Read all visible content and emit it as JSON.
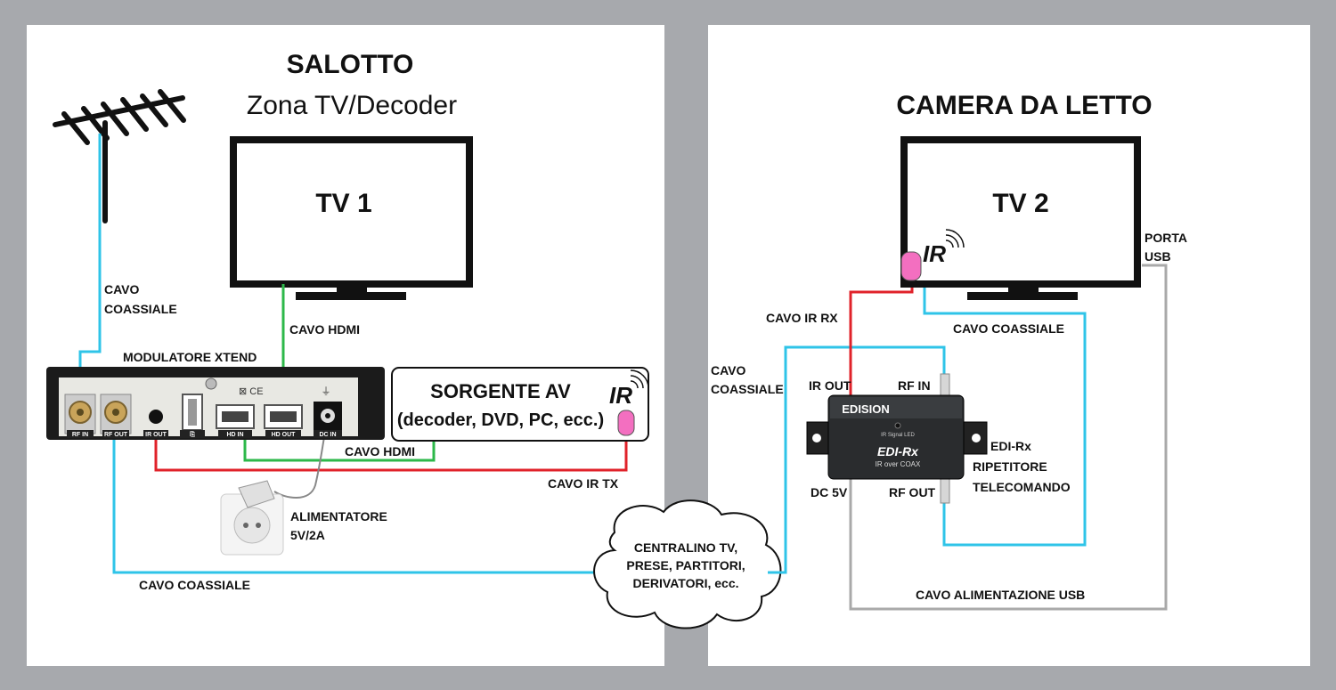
{
  "left_panel": {
    "title": "SALOTTO",
    "subtitle": "Zona TV/Decoder",
    "tv_label": "TV 1",
    "cable_coax_antenna": [
      "CAVO",
      "COASSIALE"
    ],
    "cable_hdmi_tv": "CAVO HDMI",
    "modulator_label": "MODULATORE XTEND",
    "modulator_ports": [
      "RF IN",
      "RF OUT",
      "IR OUT",
      "",
      "HD IN",
      "HD OUT",
      "DC IN"
    ],
    "source_title": "SORGENTE AV",
    "source_sub": "(decoder, DVD, PC, ecc.)",
    "ir_logo": "IR",
    "cable_hdmi_source": "CAVO HDMI",
    "cable_ir_tx": "CAVO IR TX",
    "power_label": [
      "ALIMENTATORE",
      "5V/2A"
    ],
    "cable_coax_bottom": "CAVO COASSIALE"
  },
  "cloud": {
    "lines": [
      "CENTRALINO TV,",
      "PRESE, PARTITORI,",
      "DERIVATORI, ecc."
    ]
  },
  "right_panel": {
    "title": "CAMERA DA LETTO",
    "tv_label": "TV 2",
    "ir_logo": "IR",
    "usb_port": [
      "PORTA",
      "USB"
    ],
    "cable_ir_rx": "CAVO IR RX",
    "cable_coax_tv": "CAVO COASSIALE",
    "cable_coax_left": [
      "CAVO",
      "COASSIALE"
    ],
    "port_ir_out": "IR OUT",
    "port_rf_in": "RF IN",
    "port_dc": "DC 5V",
    "port_rf_out": "RF OUT",
    "device_brand": "EDISION",
    "device_led": "IR Signal LED",
    "device_model": "EDI-Rx",
    "device_sub": "IR over COAX",
    "device_desc": [
      "EDI-Rx",
      "RIPETITORE",
      "TELECOMANDO"
    ],
    "cable_usb_power": "CAVO ALIMENTAZIONE USB"
  },
  "colors": {
    "coax": "#2fc4e8",
    "hdmi": "#2db84a",
    "ir": "#e0222a",
    "usb": "#a9a9a9",
    "ir_emitter": "#f36fc0",
    "background": "#a7a9ad"
  }
}
